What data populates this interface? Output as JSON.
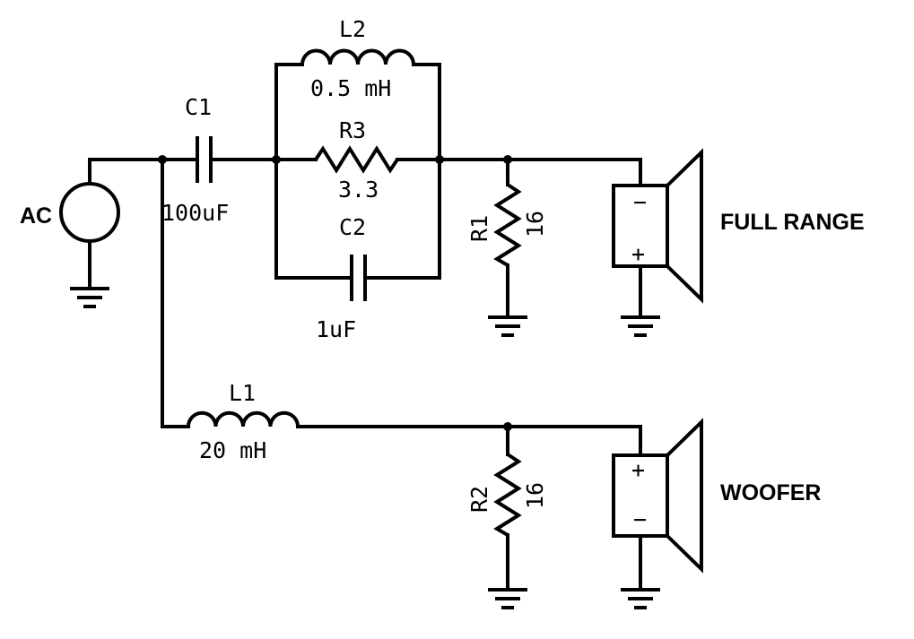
{
  "colors": {
    "ink": "#000000",
    "background": "#ffffff"
  },
  "source": {
    "label": "AC"
  },
  "components": {
    "C1": {
      "ref": "C1",
      "value": "100uF"
    },
    "C2": {
      "ref": "C2",
      "value": "1uF"
    },
    "L1": {
      "ref": "L1",
      "value": "20 mH"
    },
    "L2": {
      "ref": "L2",
      "value": "0.5 mH"
    },
    "R1": {
      "ref": "R1",
      "value": "16"
    },
    "R2": {
      "ref": "R2",
      "value": "16"
    },
    "R3": {
      "ref": "R3",
      "value": "3.3"
    }
  },
  "speakers": {
    "full_range": {
      "label": "FULL RANGE",
      "top_pin": "−",
      "bottom_pin": "+"
    },
    "woofer": {
      "label": "WOOFER",
      "top_pin": "+",
      "bottom_pin": "−"
    }
  }
}
